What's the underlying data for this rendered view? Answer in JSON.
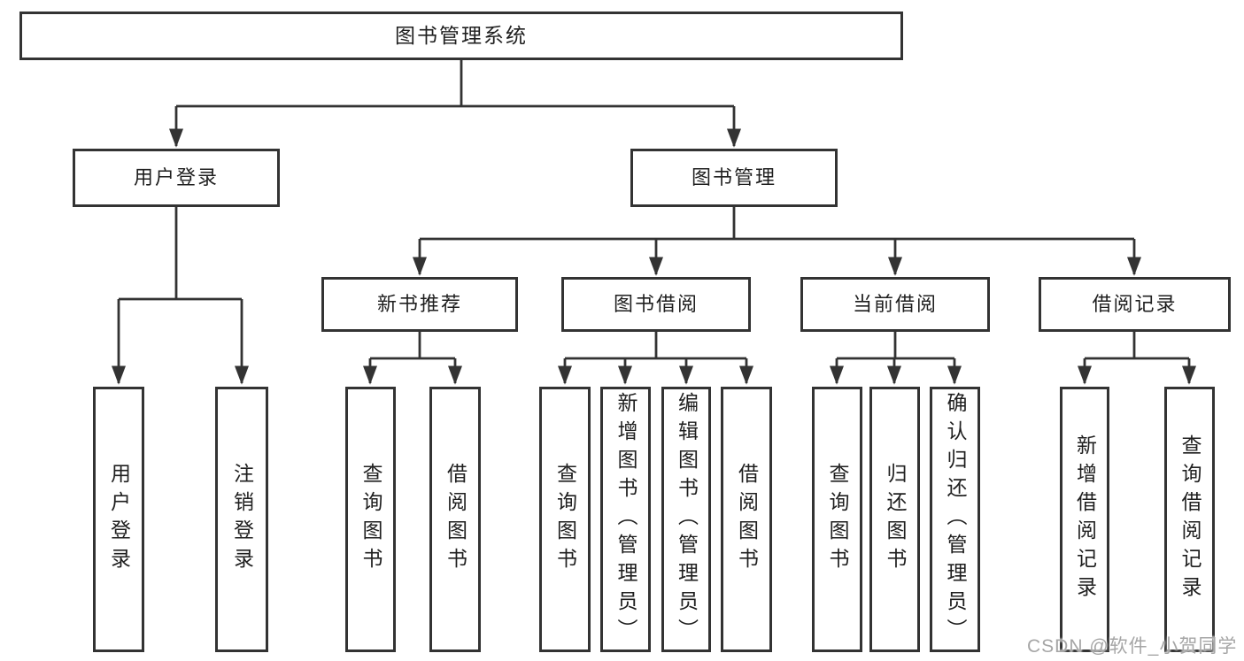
{
  "tree": {
    "label": "图书管理系统",
    "children": [
      {
        "label": "用户登录",
        "children": [
          {
            "label": "用户登录"
          },
          {
            "label": "注销登录"
          }
        ]
      },
      {
        "label": "图书管理",
        "children": [
          {
            "label": "新书推荐",
            "children": [
              {
                "label": "查询图书"
              },
              {
                "label": "借阅图书"
              }
            ]
          },
          {
            "label": "图书借阅",
            "children": [
              {
                "label": "查询图书"
              },
              {
                "label": "新增图书（管理员）"
              },
              {
                "label": "编辑图书（管理员）"
              },
              {
                "label": "借阅图书"
              }
            ]
          },
          {
            "label": "当前借阅",
            "children": [
              {
                "label": "查询图书"
              },
              {
                "label": "归还图书"
              },
              {
                "label": "确认归还（管理员）"
              }
            ]
          },
          {
            "label": "借阅记录",
            "children": [
              {
                "label": "新增借阅记录"
              },
              {
                "label": "查询借阅记录"
              }
            ]
          }
        ]
      }
    ]
  },
  "watermark": "CSDN @软件_小贺同学",
  "colors": {
    "line": "#333333",
    "box_border": "#333333",
    "text": "#1f1f1f",
    "watermark": "#a6a6a6"
  }
}
